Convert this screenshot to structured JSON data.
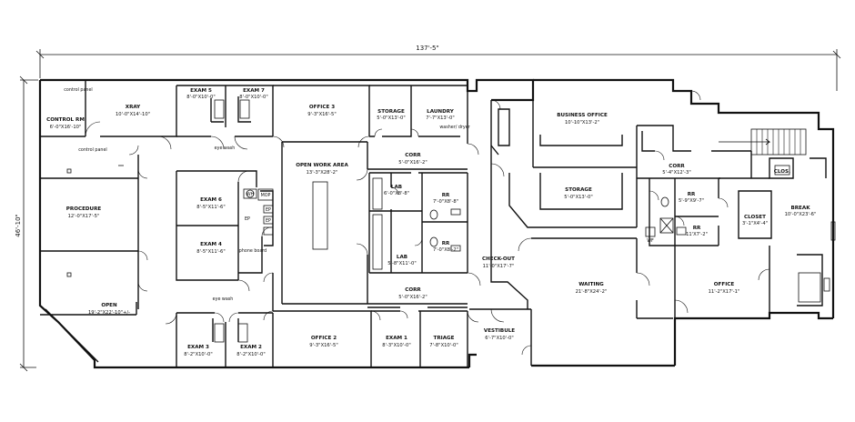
{
  "dimensions": {
    "overall_width": "137'-5\"",
    "overall_depth": "46'-10\""
  },
  "rooms": {
    "xray": {
      "name": "XRAY",
      "dim": "10'-0\"X14'-10\""
    },
    "control_rm": {
      "name": "CONTROL RM",
      "dim": "6'-0\"X16'-10\""
    },
    "exam5": {
      "name": "EXAM 5",
      "dim": "8'-0\"X10'-0\""
    },
    "exam7": {
      "name": "EXAM 7",
      "dim": "8'-0\"X10'-0\""
    },
    "office3": {
      "name": "OFFICE 3",
      "dim": "9'-3\"X16'-5\""
    },
    "storage1": {
      "name": "STORAGE",
      "dim": "5'-0\"X13'-0\""
    },
    "laundry": {
      "name": "LAUNDRY",
      "dim": "7'-7\"X13'-0\""
    },
    "corr1": {
      "name": "CORR",
      "dim": "5'-0\"X16'-2\""
    },
    "open_work": {
      "name": "OPEN WORK AREA",
      "dim": "13'-3\"X28'-2\""
    },
    "procedure": {
      "name": "PROCEDURE",
      "dim": "12'-0\"X17'-5\""
    },
    "exam6": {
      "name": "EXAM 6",
      "dim": "8'-5\"X11'-6\""
    },
    "exam4": {
      "name": "EXAM 4",
      "dim": "8'-5\"X11'-6\""
    },
    "lab_top": {
      "name": "LAB",
      "dim": "6'-0\"X8'-8\""
    },
    "lab_bot": {
      "name": "LAB",
      "dim": "5'-8\"X11'-0\""
    },
    "rr1": {
      "name": "RR",
      "dim": "7'-0\"X8'-8\""
    },
    "rr2": {
      "name": "RR",
      "dim": "7'-0\"X8'-2\""
    },
    "open": {
      "name": "OPEN",
      "dim": "19'-2\"X22'-10\"+/-"
    },
    "corr2": {
      "name": "CORR",
      "dim": "5'-0\"X16'-2\""
    },
    "exam3": {
      "name": "EXAM 3",
      "dim": "8'-2\"X10'-0\""
    },
    "exam2": {
      "name": "EXAM 2",
      "dim": "8'-2\"X10'-0\""
    },
    "office2": {
      "name": "OFFICE 2",
      "dim": "9'-3\"X16'-5\""
    },
    "exam1": {
      "name": "EXAM 1",
      "dim": "8'-3\"X10'-0\""
    },
    "triage": {
      "name": "TRIAGE",
      "dim": "7'-8\"X10'-0\""
    },
    "vestibule": {
      "name": "VESTIBULE",
      "dim": "6'-7\"X10'-0\""
    },
    "checkout": {
      "name": "CHECK-OUT",
      "dim": "11'-0\"X17'-7\""
    },
    "business": {
      "name": "BUSINESS OFFICE",
      "dim": "10'-10\"X13'-2\""
    },
    "storage2": {
      "name": "STORAGE",
      "dim": "5'-0\"X13'-0\""
    },
    "waiting": {
      "name": "WAITING",
      "dim": "21'-8\"X24'-2\""
    },
    "corr3": {
      "name": "CORR",
      "dim": "5'-4\"X12'-3\""
    },
    "rr3": {
      "name": "RR",
      "dim": "5'-9\"X9'-7\""
    },
    "rr4": {
      "name": "RR",
      "dim": "11'X7'-2\""
    },
    "clos": {
      "name": "CLOS."
    },
    "closet": {
      "name": "CLOSET",
      "dim": "3'-1\"X4'-4\""
    },
    "break": {
      "name": "BREAK",
      "dim": "10'-0\"X23'-6\""
    },
    "office_r": {
      "name": "OFFICE",
      "dim": "11'-2\"X17'-1\""
    }
  },
  "labels": {
    "control_panel_top": "control panel",
    "control_panel_mid": "control panel",
    "eye_wash_top": "eye wash",
    "eye_wash_bot": "eye wash",
    "washer_dryer": "washer/ dryer",
    "wh": "WH",
    "mop": "MOP",
    "ep1": "EP",
    "ep2": "EP",
    "ep3": "EP",
    "phone_board": "phone board",
    "wf": "WF"
  }
}
